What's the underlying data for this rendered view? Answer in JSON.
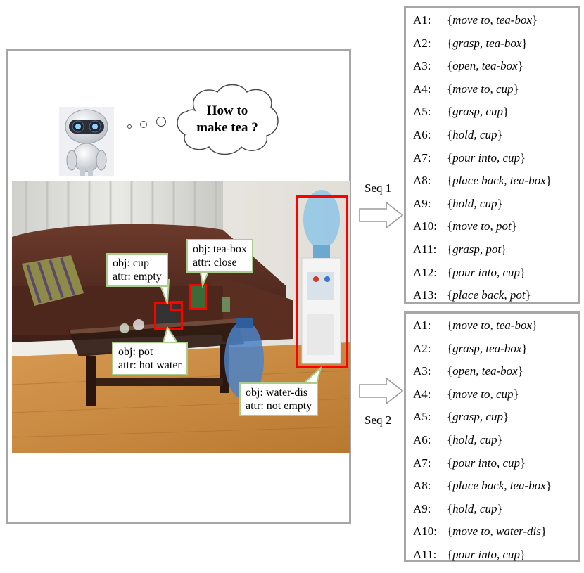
{
  "thought": {
    "line1": "How to",
    "line2": "make tea ?"
  },
  "annotations": [
    {
      "id": "cup",
      "obj": "obj: cup",
      "attr": "attr: empty"
    },
    {
      "id": "tea-box",
      "obj": "obj: tea-box",
      "attr": "attr: close"
    },
    {
      "id": "pot",
      "obj": "obj: pot",
      "attr": "attr: hot water"
    },
    {
      "id": "water-dis",
      "obj": "obj: water-dis",
      "attr": "attr: not empty"
    }
  ],
  "sequences": [
    {
      "label": "Seq 1",
      "steps": [
        {
          "id": "A1:",
          "action": "move to, tea-box"
        },
        {
          "id": "A2:",
          "action": "grasp, tea-box"
        },
        {
          "id": "A3:",
          "action": "open, tea-box"
        },
        {
          "id": "A4:",
          "action": "move to, cup"
        },
        {
          "id": "A5:",
          "action": "grasp, cup"
        },
        {
          "id": "A6:",
          "action": "hold, cup"
        },
        {
          "id": "A7:",
          "action": "pour into, cup"
        },
        {
          "id": "A8:",
          "action": "place back, tea-box"
        },
        {
          "id": "A9:",
          "action": "hold, cup"
        },
        {
          "id": "A10:",
          "action": "move to, pot"
        },
        {
          "id": "A11:",
          "action": "grasp, pot"
        },
        {
          "id": "A12:",
          "action": "pour into, cup"
        },
        {
          "id": "A13:",
          "action": "place back, pot"
        }
      ]
    },
    {
      "label": "Seq 2",
      "steps": [
        {
          "id": "A1:",
          "action": "move to, tea-box"
        },
        {
          "id": "A2:",
          "action": "grasp, tea-box"
        },
        {
          "id": "A3:",
          "action": "open, tea-box"
        },
        {
          "id": "A4:",
          "action": "move to, cup"
        },
        {
          "id": "A5:",
          "action": "grasp, cup"
        },
        {
          "id": "A6:",
          "action": "hold, cup"
        },
        {
          "id": "A7:",
          "action": "pour into, cup"
        },
        {
          "id": "A8:",
          "action": "place back, tea-box"
        },
        {
          "id": "A9:",
          "action": "hold, cup"
        },
        {
          "id": "A10:",
          "action": "move to, water-dis"
        },
        {
          "id": "A11:",
          "action": "pour into, cup"
        }
      ]
    }
  ]
}
